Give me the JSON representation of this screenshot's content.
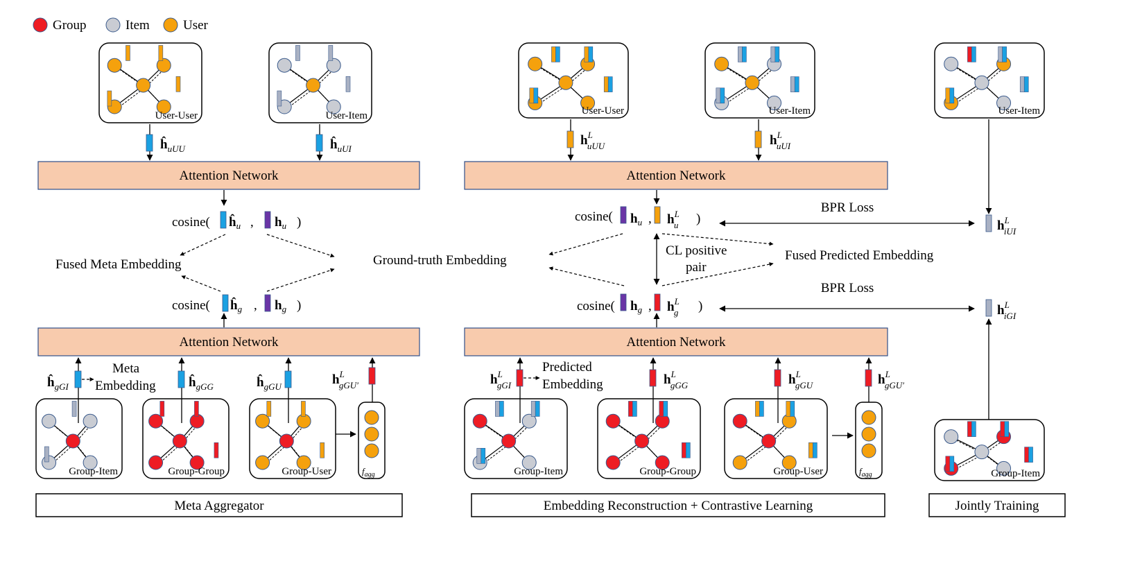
{
  "legend": {
    "group": "Group",
    "item": "Item",
    "user": "User"
  },
  "colors": {
    "group": "#ee1c24",
    "item": "#c9ccd3",
    "user": "#f5a10d",
    "blue": "#1ba1e2",
    "purple": "#6a35a6",
    "gray_vec": "#a9b1c3",
    "attention": "#f8cbad"
  },
  "attention_label": "Attention Network",
  "graph_labels": {
    "user_user": "User-User",
    "user_item": "User-Item",
    "group_item": "Group-Item",
    "group_group": "Group-Group",
    "group_user": "Group-User",
    "f_agg": "f",
    "f_agg_sub": "agg"
  },
  "left": {
    "cos_u_prefix": "cosine(",
    "cos_u_a": "ĥ",
    "cos_u_a_sub": "u",
    "cos_u_b": "h",
    "cos_u_b_sub": "u",
    "cos_close": ")",
    "cos_g_prefix": "cosine(",
    "cos_g_a": "ĥ",
    "cos_g_a_sub": "g",
    "cos_g_b": "h",
    "cos_g_b_sub": "g",
    "fused": "Fused Meta Embedding",
    "meta_line1": "Meta",
    "meta_line2": "Embedding",
    "h_uu": "ĥ",
    "h_uu_sub": "uUU",
    "h_ui": "ĥ",
    "h_ui_sub": "uUI",
    "h_ggi": "ĥ",
    "h_ggi_sub": "gGI",
    "h_ggg": "ĥ",
    "h_ggg_sub": "gGG",
    "h_ggu": "ĥ",
    "h_ggu_sub": "gGU",
    "h_gguprime": "h",
    "h_gguprime_sup": "L",
    "h_gguprime_sub": "gGU′",
    "footer": "Meta Aggregator"
  },
  "middle": {
    "ground_truth": "Ground-truth Embedding",
    "cos_u_prefix": "cosine(",
    "cos_u_a": "h",
    "cos_u_a_sub": "u",
    "cos_u_b": "h",
    "cos_u_b_sup": "L",
    "cos_u_b_sub": "u",
    "cos_g_prefix": "cosine(",
    "cos_g_a": "h",
    "cos_g_a_sub": "g",
    "cos_g_b": "h",
    "cos_g_b_sup": "L",
    "cos_g_b_sub": "g",
    "cos_close": ")",
    "cl_line1": "CL positive",
    "cl_line2": "pair",
    "fused_pred": "Fused Predicted Embedding",
    "pred_line1": "Predicted",
    "pred_line2": "Embedding",
    "h_uu": "h",
    "h_uu_sup": "L",
    "h_uu_sub": "uUU",
    "h_ui": "h",
    "h_ui_sup": "L",
    "h_ui_sub": "uUI",
    "h_gi": "h",
    "h_gi_sup": "L",
    "h_gi_sub": "gGI",
    "h_gg": "h",
    "h_gg_sup": "L",
    "h_gg_sub": "gGG",
    "h_gu": "h",
    "h_gu_sup": "L",
    "h_gu_sub": "gGU",
    "h_guprime": "h",
    "h_guprime_sup": "L",
    "h_guprime_sub": "gGU′",
    "footer": "Embedding Reconstruction + Contrastive Learning"
  },
  "right": {
    "bpr_top": "BPR Loss",
    "bpr_bottom": "BPR Loss",
    "h_iui": "h",
    "h_iui_sup": "L",
    "h_iui_sub": "iUI",
    "h_igi": "h",
    "h_igi_sup": "L",
    "h_igi_sub": "iGI",
    "footer": "Jointly Training"
  }
}
